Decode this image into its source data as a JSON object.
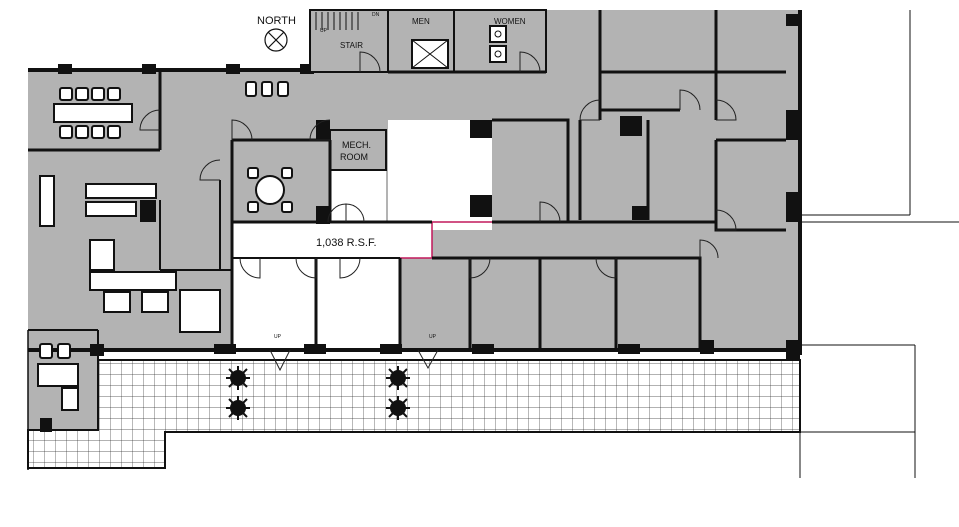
{
  "labels": {
    "north": "NORTH",
    "stair": "STAIR",
    "men": "MEN",
    "women": "WOMEN",
    "mech_line1": "MECH.",
    "mech_line2": "ROOM",
    "area": "1,038 R.S.F.",
    "up_1": "UP",
    "up_2": "UP",
    "up_stair": "UP",
    "dn_stair": "DN"
  },
  "colors": {
    "floor_gray": "#b3b3b3",
    "wall": "#111111",
    "highlight_boundary": "#c2185b",
    "available_space": "#ffffff"
  },
  "icons": [
    "north-arrow-icon",
    "planter-icon",
    "door-swing-icon"
  ]
}
